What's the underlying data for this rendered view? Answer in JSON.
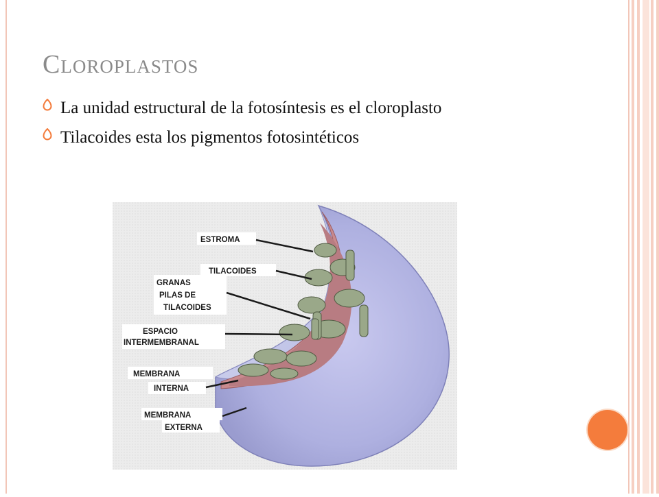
{
  "slide": {
    "title": "Cloroplastos",
    "bullets": [
      "La unidad estructural de la fotosíntesis es el cloroplasto",
      "Tilacoides esta los pigmentos fotosintéticos"
    ]
  },
  "diagram": {
    "labels": {
      "estroma": "ESTROMA",
      "tilacoides": "TILACOIDES",
      "granas_1": "GRANAS",
      "granas_2": "PILAS DE",
      "granas_3": "TILACOIDES",
      "espacio_1": "ESPACIO",
      "espacio_2": "INTERMEMBRANAL",
      "interna_1": "MEMBRANA",
      "interna_2": "INTERNA",
      "externa_1": "MEMBRANA",
      "externa_2": "EXTERNA"
    }
  },
  "colors": {
    "accent": "#f47c3c",
    "border": "#f2c6b8",
    "title": "#8a8a8a"
  }
}
